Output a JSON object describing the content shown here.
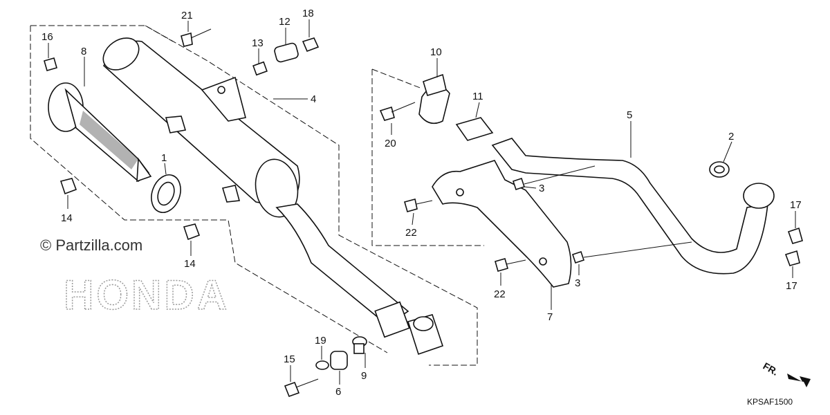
{
  "watermark": {
    "copyright": "© Partzilla.com",
    "brand": "HONDA"
  },
  "diagram_code": "KPSAF1500",
  "front_indicator": "FR.",
  "callouts": [
    {
      "id": "c21",
      "label": "21"
    },
    {
      "id": "c12",
      "label": "12"
    },
    {
      "id": "c18",
      "label": "18"
    },
    {
      "id": "c16",
      "label": "16"
    },
    {
      "id": "c8",
      "label": "8"
    },
    {
      "id": "c13",
      "label": "13"
    },
    {
      "id": "c4",
      "label": "4"
    },
    {
      "id": "c10",
      "label": "10"
    },
    {
      "id": "c11",
      "label": "11"
    },
    {
      "id": "c5",
      "label": "5"
    },
    {
      "id": "c20",
      "label": "20"
    },
    {
      "id": "c2",
      "label": "2"
    },
    {
      "id": "c1",
      "label": "1"
    },
    {
      "id": "c3a",
      "label": "3"
    },
    {
      "id": "c14a",
      "label": "14"
    },
    {
      "id": "c22a",
      "label": "22"
    },
    {
      "id": "c17a",
      "label": "17"
    },
    {
      "id": "c14b",
      "label": "14"
    },
    {
      "id": "c22b",
      "label": "22"
    },
    {
      "id": "c3b",
      "label": "3"
    },
    {
      "id": "c17b",
      "label": "17"
    },
    {
      "id": "c7",
      "label": "7"
    },
    {
      "id": "c15",
      "label": "15"
    },
    {
      "id": "c19",
      "label": "19"
    },
    {
      "id": "c9",
      "label": "9"
    },
    {
      "id": "c6",
      "label": "6"
    }
  ]
}
